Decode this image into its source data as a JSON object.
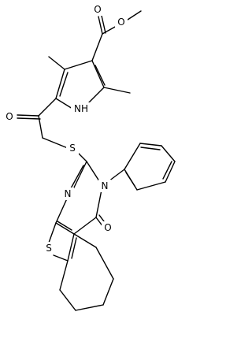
{
  "figure": {
    "kind": "chemical-structure-diagram",
    "colors": {
      "background": "#ffffff",
      "bond": "#000000",
      "label": "#000000"
    }
  },
  "atom_labels": {
    "ester_carbonyl_o": "O",
    "ester_ether_o": "O",
    "ketone_o": "O",
    "pyrrole_nh": "NH",
    "thioether_s": "S",
    "pyrimidine_n_top": "N",
    "pyrimidine_n_left": "N",
    "pyrimidinone_o": "O",
    "thiophene_s": "S"
  }
}
